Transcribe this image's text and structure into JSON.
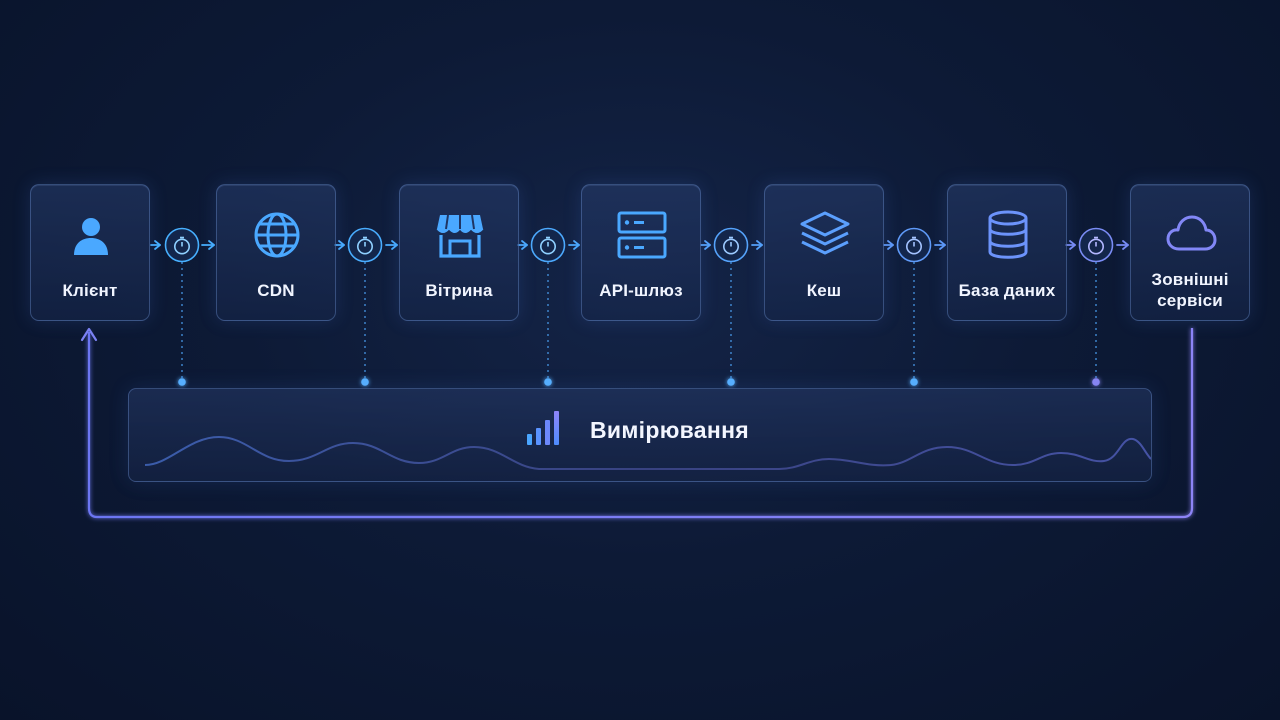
{
  "nodes": [
    {
      "id": "client",
      "label": "Клієнт",
      "icon": "user-icon"
    },
    {
      "id": "cdn",
      "label": "CDN",
      "icon": "globe-icon"
    },
    {
      "id": "storefront",
      "label": "Вітрина",
      "icon": "store-icon"
    },
    {
      "id": "api-gateway",
      "label": "API-шлюз",
      "icon": "server-icon"
    },
    {
      "id": "cache",
      "label": "Кеш",
      "icon": "layers-icon"
    },
    {
      "id": "database",
      "label": "База даних",
      "icon": "database-icon"
    },
    {
      "id": "external-services",
      "label_lines": [
        "Зовнішні",
        "сервіси"
      ],
      "icon": "cloud-icon"
    }
  ],
  "timer_icon": "stopwatch-icon",
  "measurement": {
    "title": "Вимірювання",
    "icon": "bar-chart-icon"
  },
  "feedback_loop": {
    "from": "external-services",
    "to": "client"
  },
  "colors": {
    "background": "#0d1a36",
    "accent_cyan": "#4fb7ff",
    "accent_violet": "#7b7cf5",
    "node_border": "#5c7fc4",
    "text": "#f1f5ff"
  }
}
